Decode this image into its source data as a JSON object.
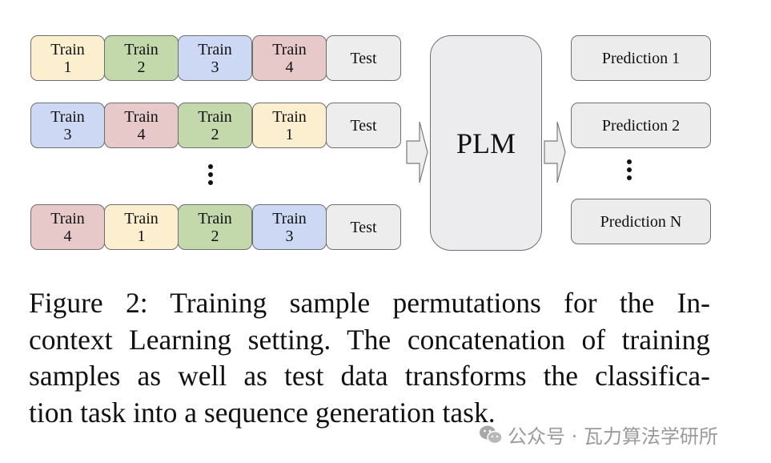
{
  "colors": {
    "train_1": "#fbefcf",
    "train_2": "#c3d9ab",
    "train_3": "#cdd9f4",
    "train_4": "#e8c9ca",
    "test": "#ededed",
    "plm": "#ececee",
    "prediction": "#ececec"
  },
  "rows": [
    {
      "cells": [
        {
          "top": "Train",
          "bottom": "1",
          "color_key": "train_1"
        },
        {
          "top": "Train",
          "bottom": "2",
          "color_key": "train_2"
        },
        {
          "top": "Train",
          "bottom": "3",
          "color_key": "train_3"
        },
        {
          "top": "Train",
          "bottom": "4",
          "color_key": "train_4"
        },
        {
          "top": "Test",
          "bottom": "",
          "color_key": "test"
        }
      ]
    },
    {
      "cells": [
        {
          "top": "Train",
          "bottom": "3",
          "color_key": "train_3"
        },
        {
          "top": "Train",
          "bottom": "4",
          "color_key": "train_4"
        },
        {
          "top": "Train",
          "bottom": "2",
          "color_key": "train_2"
        },
        {
          "top": "Train",
          "bottom": "1",
          "color_key": "train_1"
        },
        {
          "top": "Test",
          "bottom": "",
          "color_key": "test"
        }
      ]
    },
    {
      "cells": [
        {
          "top": "Train",
          "bottom": "4",
          "color_key": "train_4"
        },
        {
          "top": "Train",
          "bottom": "1",
          "color_key": "train_1"
        },
        {
          "top": "Train",
          "bottom": "2",
          "color_key": "train_2"
        },
        {
          "top": "Train",
          "bottom": "3",
          "color_key": "train_3"
        },
        {
          "top": "Test",
          "bottom": "",
          "color_key": "test"
        }
      ]
    }
  ],
  "model": {
    "label": "PLM"
  },
  "predictions": [
    "Prediction 1",
    "Prediction 2",
    "Prediction N"
  ],
  "caption": {
    "lines": [
      "Figure 2:  Training sample permutations for the In-",
      "context Learning setting. The concatenation of training",
      "samples as well as test data transforms the classifica-",
      "tion task into a sequence generation task."
    ]
  },
  "watermark": {
    "icon": "wechat-icon",
    "text": "公众号 · 瓦力算法学研所"
  }
}
